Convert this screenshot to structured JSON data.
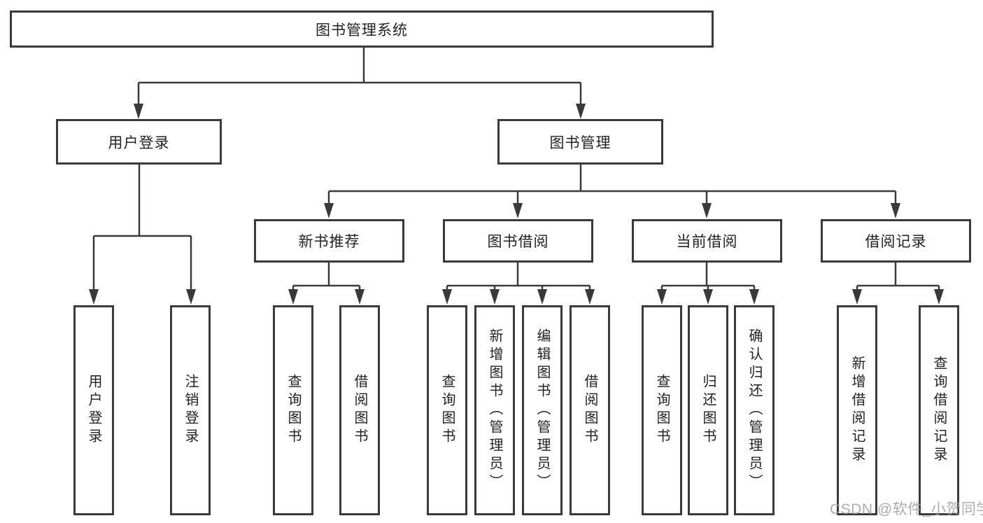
{
  "diagram": {
    "type": "tree-diagram",
    "root": "图书管理系统",
    "watermark": "CSDN @软件_小贺同学",
    "colors": {
      "line": "#3a3a3a",
      "box_border": "#3a3a3a",
      "text": "#222222",
      "background": "#ffffff",
      "watermark": "#9e9e9e"
    },
    "level2": {
      "user_login": "用户登录",
      "book_management": "图书管理"
    },
    "level3": {
      "new_book_recommendation": "新书推荐",
      "book_borrowing": "图书借阅",
      "current_borrowing": "当前借阅",
      "borrowing_records": "借阅记录"
    },
    "leaves": {
      "user_login": "用户登录",
      "logout": "注销登录",
      "nb_query_books": "查询图书",
      "nb_borrow_books": "借阅图书",
      "bb_query_books": "查询图书",
      "bb_add_books_admin": "新增图书（管理员）",
      "bb_edit_books_admin": "编辑图书（管理员）",
      "bb_borrow_books": "借阅图书",
      "cb_query_books": "查询图书",
      "cb_return_books": "归还图书",
      "cb_confirm_return_admin": "确认归还（管理员）",
      "br_add_borrow_record": "新增借阅记录",
      "br_query_borrow_record": "查询借阅记录"
    },
    "hierarchy": {
      "图书管理系统": {
        "用户登录": [
          "用户登录",
          "注销登录"
        ],
        "图书管理": {
          "新书推荐": [
            "查询图书",
            "借阅图书"
          ],
          "图书借阅": [
            "查询图书",
            "新增图书（管理员）",
            "编辑图书（管理员）",
            "借阅图书"
          ],
          "当前借阅": [
            "查询图书",
            "归还图书",
            "确认归还（管理员）"
          ],
          "借阅记录": [
            "新增借阅记录",
            "查询借阅记录"
          ]
        }
      }
    }
  }
}
